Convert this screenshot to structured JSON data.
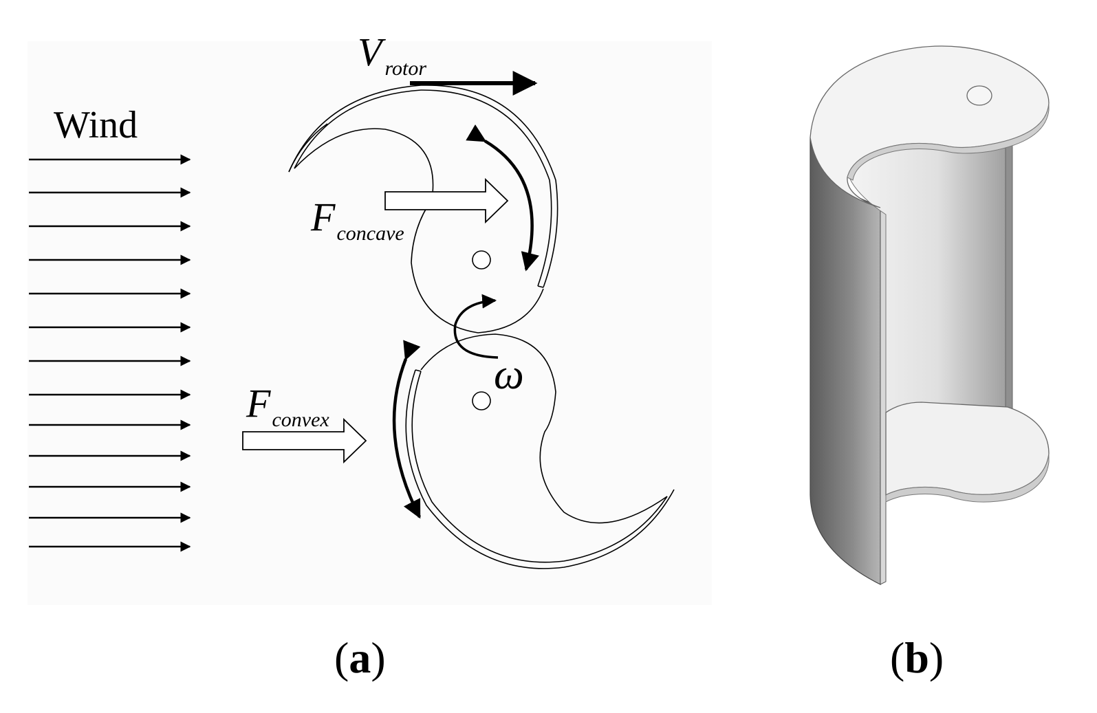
{
  "labels": {
    "wind": "Wind",
    "v_main": "V",
    "v_sub": "rotor",
    "f_concave_main": "F",
    "f_concave_sub": "concave",
    "f_convex_main": "F",
    "f_convex_sub": "convex",
    "omega": "ω"
  },
  "panels": {
    "a": {
      "open": "(",
      "letter": "a",
      "close": ")"
    },
    "b": {
      "open": "(",
      "letter": "b",
      "close": ")"
    }
  },
  "colors": {
    "stroke": "#000000",
    "background": "#ffffff",
    "panel_a_background": "#fafafa",
    "cylinder_dark": "#6b6b6b",
    "cylinder_light": "#d6d6d6",
    "plate": "#f2f2f2"
  }
}
